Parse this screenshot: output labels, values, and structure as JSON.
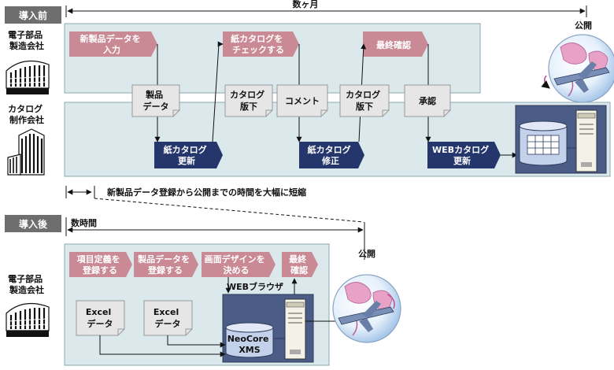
{
  "before": {
    "section_label": "導入前",
    "duration_label": "数ヶ月",
    "publish_label": "公開",
    "org_electronics": [
      "電子部品",
      "製造会社"
    ],
    "org_catalog": [
      "カタログ",
      "制作会社"
    ],
    "steps": {
      "new_data_input": [
        "新製品データを",
        "入力"
      ],
      "check_catalog": [
        "紙カタログを",
        "チェックする"
      ],
      "final_check": [
        "最終確認"
      ],
      "paper_update": [
        "紙カタログ",
        "更新"
      ],
      "paper_fix": [
        "紙カタログ",
        "修正"
      ],
      "web_update": [
        "WEBカタログ",
        "更新"
      ]
    },
    "documents": {
      "product_data": [
        "製品",
        "データ"
      ],
      "catalog_draft_1": [
        "カタログ",
        "版下"
      ],
      "comment": [
        "コメント"
      ],
      "catalog_draft_2": [
        "カタログ",
        "版下"
      ],
      "approval": [
        "承認"
      ]
    }
  },
  "summary_text": "新製品データ登録から公開までの時間を大幅に短縮",
  "after": {
    "section_label": "導入後",
    "duration_label": "数時間",
    "publish_label": "公開",
    "browser_label": "WEBブラウザ",
    "org_electronics": [
      "電子部品",
      "製造会社"
    ],
    "steps": {
      "define_items": [
        "項目定義を",
        "登録する"
      ],
      "register_data": [
        "製品データを",
        "登録する"
      ],
      "decide_design": [
        "画面デザインを",
        "決める"
      ],
      "final_check": [
        "最終",
        "確認"
      ]
    },
    "documents": {
      "excel_1": [
        "Excel",
        "データ"
      ],
      "excel_2": [
        "Excel",
        "データ"
      ]
    },
    "db_label": [
      "NeoCore",
      "XMS"
    ]
  },
  "colors": {
    "band_fill": "#dce9ec",
    "band_stroke": "#8aa9b3",
    "step_pink": "#c98a95",
    "step_navy": "#24366b",
    "label_gray": "#6e6e6e",
    "doc_fill": "#e6e6e6"
  }
}
